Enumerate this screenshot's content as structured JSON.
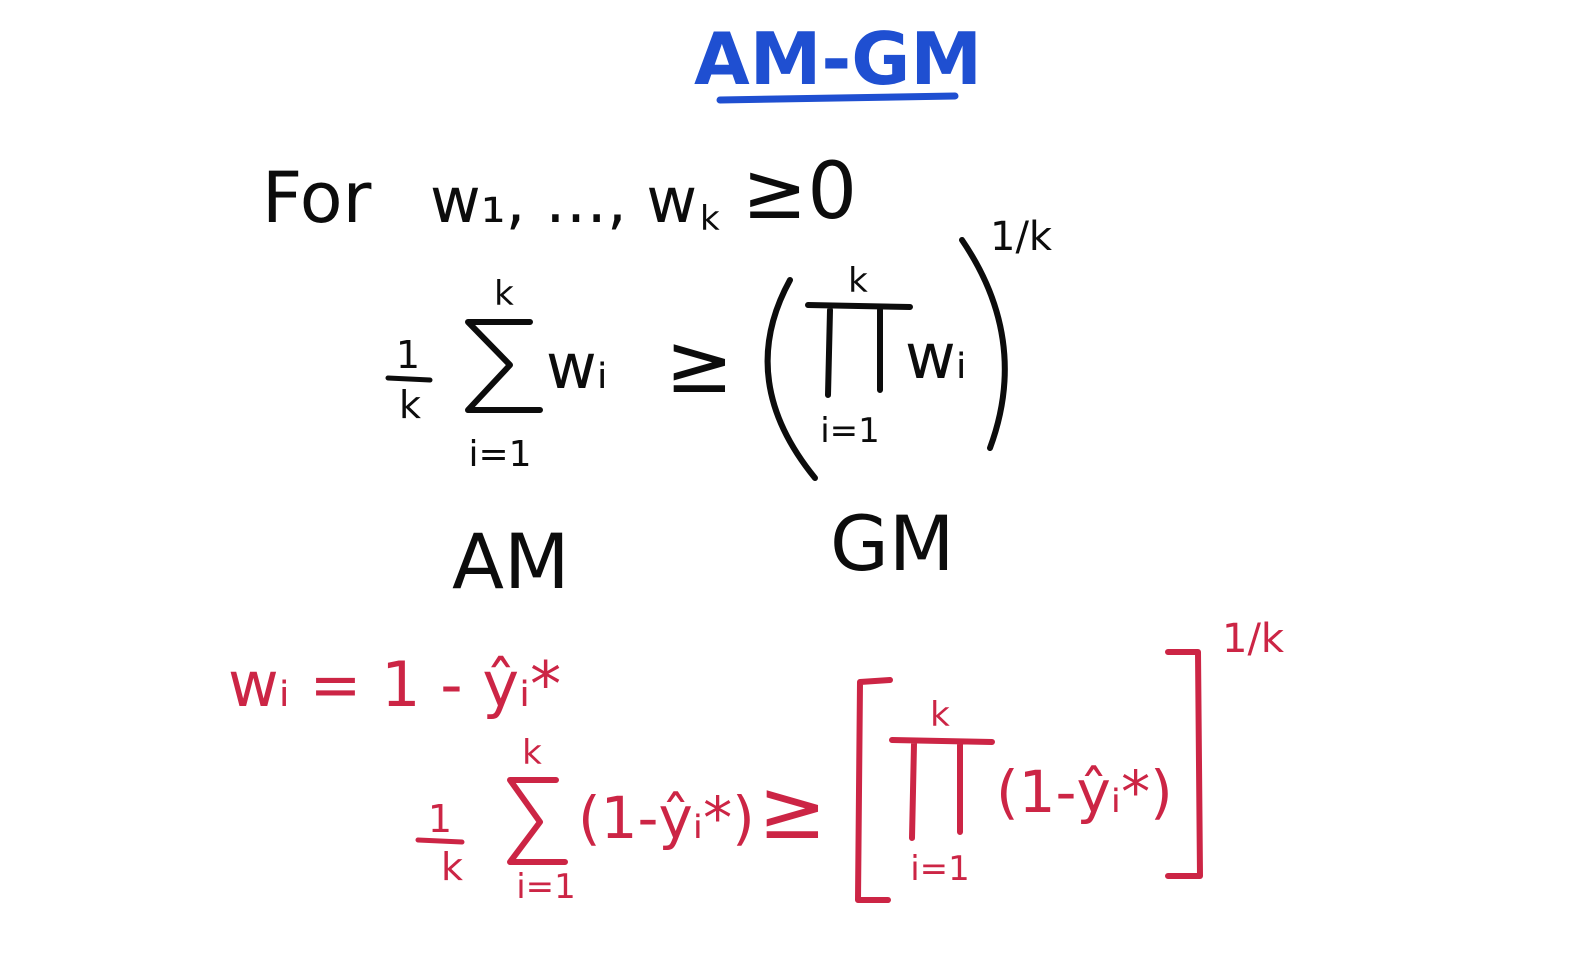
{
  "title": "AM-GM",
  "condition": {
    "prefix": "For",
    "vars": "w₁, …, w",
    "sub_k": "k",
    "relation": "≥0"
  },
  "inequality": {
    "frac_num": "1",
    "frac_den": "k",
    "sum_upper": "k",
    "sum_lower": "i=1",
    "term": "wᵢ",
    "relation": "≥",
    "prod_upper": "k",
    "prod_lower": "i=1",
    "prod_term": "wᵢ",
    "exponent": "1/k"
  },
  "labels": {
    "am": "AM",
    "gm": "GM"
  },
  "substitution": {
    "lhs": "wᵢ = 1 - ŷᵢ*"
  },
  "red_inequality": {
    "frac_num": "1",
    "frac_den": "k",
    "sum_upper": "k",
    "sum_lower": "i=1",
    "term": "(1-ŷᵢ*)",
    "relation": "≥",
    "prod_upper": "k",
    "prod_lower": "i=1",
    "prod_term": "(1-ŷᵢ*)",
    "exponent": "1/k"
  },
  "colors": {
    "ink": "#0c0c0c",
    "title": "#1f4fd1",
    "annotation": "#cc2545"
  }
}
